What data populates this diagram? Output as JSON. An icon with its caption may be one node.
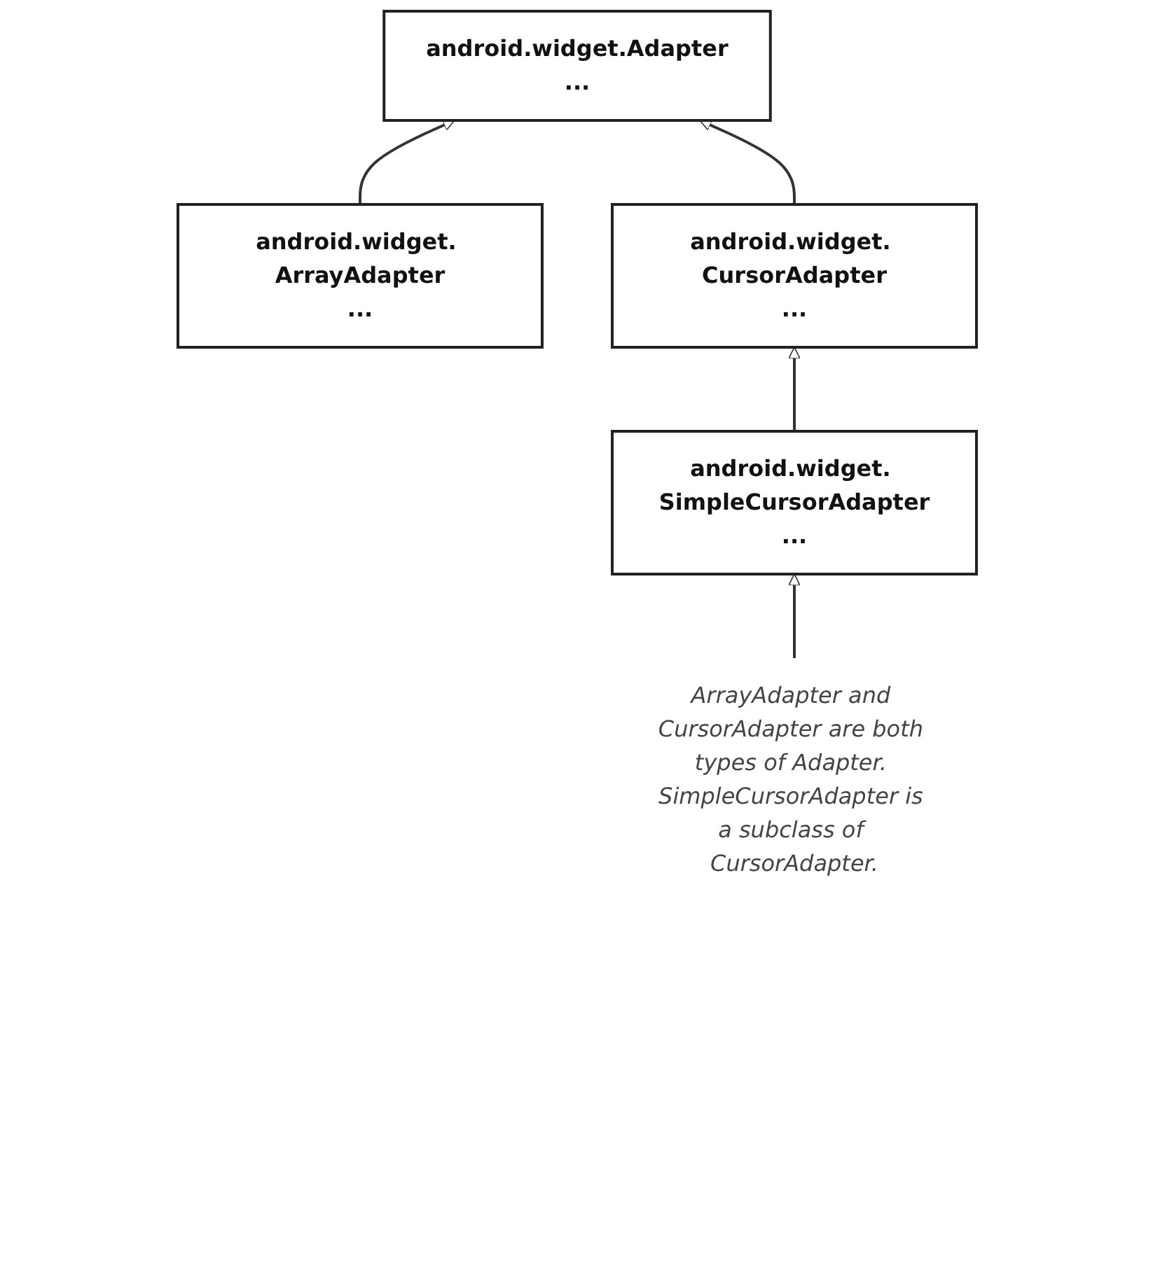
{
  "diagram": {
    "nodes": [
      {
        "text": [
          "android.widget.Adapter",
          "..."
        ]
      },
      {
        "text": [
          "android.widget. ArrayAdapter",
          "..."
        ]
      },
      {
        "text": [
          "android.widget. CursorAdapter",
          "..."
        ]
      },
      {
        "text": [
          "android.widget. SimpleCursorAdapter",
          "..."
        ]
      },
      {
        "text": [
          "ArrayAdapter and CursorAdapter are both types of Adapter. SimpleCursorAdapter is a subclass of CursorAdapter."
        ]
      }
    ],
    "edges": [
      {
        "from": 1,
        "to": 0,
        "arrow": "to"
      },
      {
        "from": 2,
        "to": 0,
        "arrow": "to"
      },
      {
        "from": 3,
        "to": 2,
        "arrow": "to"
      },
      {
        "from": 4,
        "to": 3,
        "arrow": "to"
      }
    ]
  }
}
